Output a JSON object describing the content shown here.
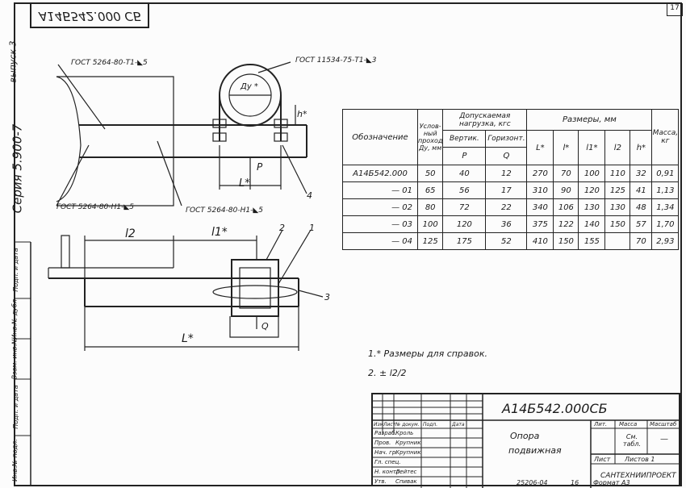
{
  "header": {
    "mirrored_code": "А14Б542.000 СБ",
    "sheet_number": "17"
  },
  "side": {
    "issue": "выпуск 3",
    "series": "Серия 5.900-7",
    "boxes": [
      "Инв.№ подл.",
      "Подп. и дата",
      "Взам. инв.№",
      "Инв.№ дубл.",
      "Подп. и дата"
    ]
  },
  "drawing": {
    "gost_top_left": "ГОСТ 5264-80-Т1-◣5",
    "gost_top_right": "ГОСТ 11534-75-Т1-◣3",
    "gost_bottom_left": "ГОСТ 5264-80-Н1-◣5",
    "gost_bottom_mid": "ГОСТ 5264-80-Н1-◣5",
    "dim_dy": "Ду *",
    "dim_h": "h*",
    "dim_L": "L*",
    "dim_P": "P",
    "dim_l2": "l2",
    "dim_l1": "l1*",
    "dim_L2": "L*",
    "dim_Q": "Q",
    "pos_1": "1",
    "pos_2": "2",
    "pos_3": "3",
    "pos_4": "4"
  },
  "table": {
    "h_designation": "Обозначение",
    "h_nominal": "Услов-ный проход Ду, мм",
    "h_load": "Допускаемая нагрузка, кгс",
    "h_vert": "Вертик.",
    "h_horiz": "Горизонт.",
    "h_P": "P",
    "h_Q": "Q",
    "h_sizes": "Размеры, мм",
    "h_L": "L*",
    "h_l": "l*",
    "h_l1": "l1*",
    "h_l2": "l2",
    "h_h": "h*",
    "h_mass": "Масса, кг",
    "rows": [
      [
        "А14Б542.000",
        "50",
        "40",
        "12",
        "270",
        "70",
        "100",
        "110",
        "32",
        "0,91"
      ],
      [
        "— 01",
        "65",
        "56",
        "17",
        "310",
        "90",
        "120",
        "125",
        "41",
        "1,13"
      ],
      [
        "— 02",
        "80",
        "72",
        "22",
        "340",
        "106",
        "130",
        "130",
        "48",
        "1,34"
      ],
      [
        "— 03",
        "100",
        "120",
        "36",
        "375",
        "122",
        "140",
        "150",
        "57",
        "1,70"
      ],
      [
        "— 04",
        "125",
        "175",
        "52",
        "410",
        "150",
        "155",
        "",
        "70",
        "2,93"
      ]
    ]
  },
  "notes": {
    "n1": "1.* Размеры для справок.",
    "n2": "2. ± l2/2"
  },
  "stamp": {
    "code": "А14Б542.000СБ",
    "title1": "Опора",
    "title2": "подвижная",
    "lit": "Лит.",
    "mass": "Масса",
    "scale": "Масштаб",
    "mass_val": "См. табл.",
    "scale_val": "—",
    "sheet": "Лист",
    "sheets": "Листов 1",
    "org": "САНТЕХНИИПРОЕКТ",
    "c_izm": "Изм",
    "c_list": "Лист",
    "c_doc": "№ докум.",
    "c_sign": "Подп.",
    "c_date": "Дата",
    "r1l": "Разраб.",
    "r1n": "Кроль",
    "r2l": "Пров.",
    "r2n": "Крупник",
    "r3l": "Нач. гр.",
    "r3n": "Крупник",
    "r4l": "Гл. спец.",
    "r4n": "",
    "r5l": "Н. контр.",
    "r5n": "Лейтес",
    "r6l": "Утв.",
    "r6n": "Спивак"
  },
  "footer": {
    "num": "25206-04",
    "n16": "16",
    "format": "Формат А3"
  }
}
